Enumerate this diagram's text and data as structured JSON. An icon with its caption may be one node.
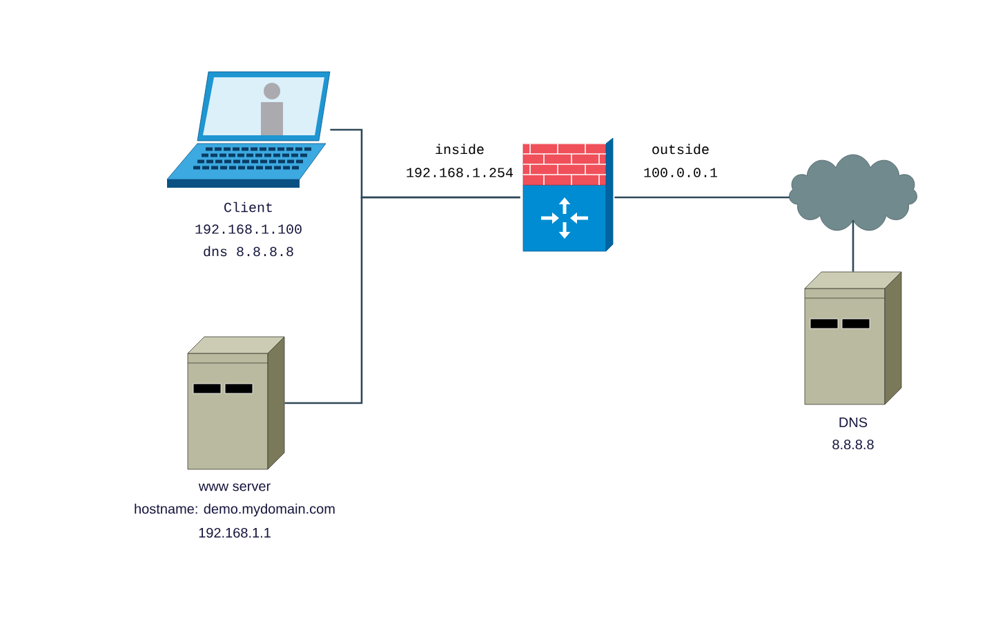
{
  "diagram": {
    "nodes": [
      {
        "text": [],
        "shape": "picture",
        "beside": [
          "Client",
          "192.168.1.100",
          "dns 8.8.8.8"
        ]
      },
      {
        "text": [],
        "shape": "picture",
        "beside": [
          "www server",
          "hostname:  demo.mydomain.com",
          "192.168.1.1"
        ]
      },
      {
        "text": [],
        "shape": "picture"
      },
      {
        "text": [],
        "shape": "cloud"
      },
      {
        "text": [],
        "shape": "picture",
        "beside": [
          "DNS",
          "8.8.8.8"
        ]
      }
    ],
    "edges": [
      {
        "from": 0,
        "to": 2,
        "arrow": "none"
      },
      {
        "from": 1,
        "to": 2,
        "arrow": "none"
      },
      {
        "from": 2,
        "to": 3,
        "arrow": "none"
      },
      {
        "from": 3,
        "to": 4,
        "arrow": "none"
      }
    ],
    "labels": [
      "inside",
      "192.168.1.254",
      "outside",
      "100.0.0.1"
    ]
  }
}
